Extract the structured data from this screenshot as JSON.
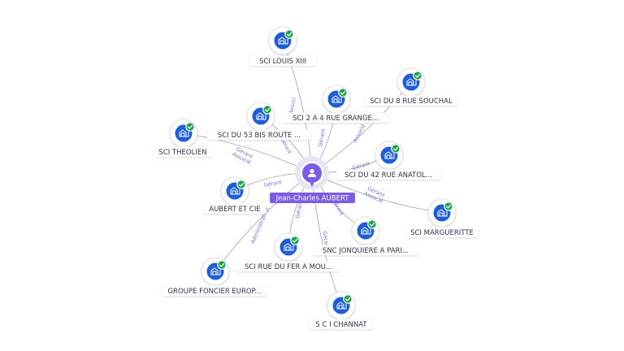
{
  "center": {
    "name": "Jean-Charles AUBERT",
    "icon": "person-icon",
    "color": "#7b5ce6"
  },
  "nodes": [
    {
      "id": "sci-louis-xiii",
      "label": "SCI LOUIS XIII",
      "icon": "building-icon",
      "status": "verified-check-icon",
      "edge": "Associ"
    },
    {
      "id": "sci-2a4",
      "label": "SCI 2 A 4 RUE GRANGE...",
      "icon": "building-icon",
      "status": "verified-check-icon",
      "edge": "Gérant"
    },
    {
      "id": "sci-du-8",
      "label": "SCI DU 8 RUE SOUCHAL",
      "icon": "building-icon",
      "status": "verified-check-icon",
      "edge": "Associé"
    },
    {
      "id": "sci-du-53",
      "label": "SCI DU 53 BIS ROUTE ...",
      "icon": "building-icon",
      "status": "verified-check-icon",
      "edge": "Gérant"
    },
    {
      "id": "sci-theolien",
      "label": "SCI THEOLIEN",
      "icon": "building-icon",
      "status": "verified-check-icon",
      "edge": "Gérant\nAssocié"
    },
    {
      "id": "sci-du-42",
      "label": "SCI DU 42 RUE ANATOL...",
      "icon": "building-icon",
      "status": "verified-check-icon",
      "edge": "Gérant"
    },
    {
      "id": "aubert-et-cie",
      "label": "AUBERT ET CIE",
      "icon": "building-icon",
      "status": "verified-check-icon",
      "edge": "Gérant"
    },
    {
      "id": "sci-marguerite",
      "label": "SCI MARGUERITTE",
      "icon": "building-icon",
      "status": "verified-check-icon",
      "edge": "Gérant\nAssocié"
    },
    {
      "id": "snc-jonquiere",
      "label": "SNC JONQUIERE A PARI...",
      "icon": "building-icon",
      "status": "verified-check-icon",
      "edge": "Gérant"
    },
    {
      "id": "sci-rue-du-fer",
      "label": "SCI RUE DU FER A MOU...",
      "icon": "building-icon",
      "status": "verified-check-icon",
      "edge": "Gérant"
    },
    {
      "id": "groupe-foncier",
      "label": "GROUPE FONCIER EUROP...",
      "icon": "building-icon",
      "status": "verified-check-icon",
      "edge": "Administrateur"
    },
    {
      "id": "sci-channat",
      "label": "S C I CHANNAT",
      "icon": "building-icon",
      "status": "verified-check-icon",
      "edge": "Gérant"
    }
  ],
  "colors": {
    "company": "#1f5fd6",
    "check": "#1ea34a",
    "edge": "#9aa3b5",
    "edge_label": "#7c6fd6"
  }
}
